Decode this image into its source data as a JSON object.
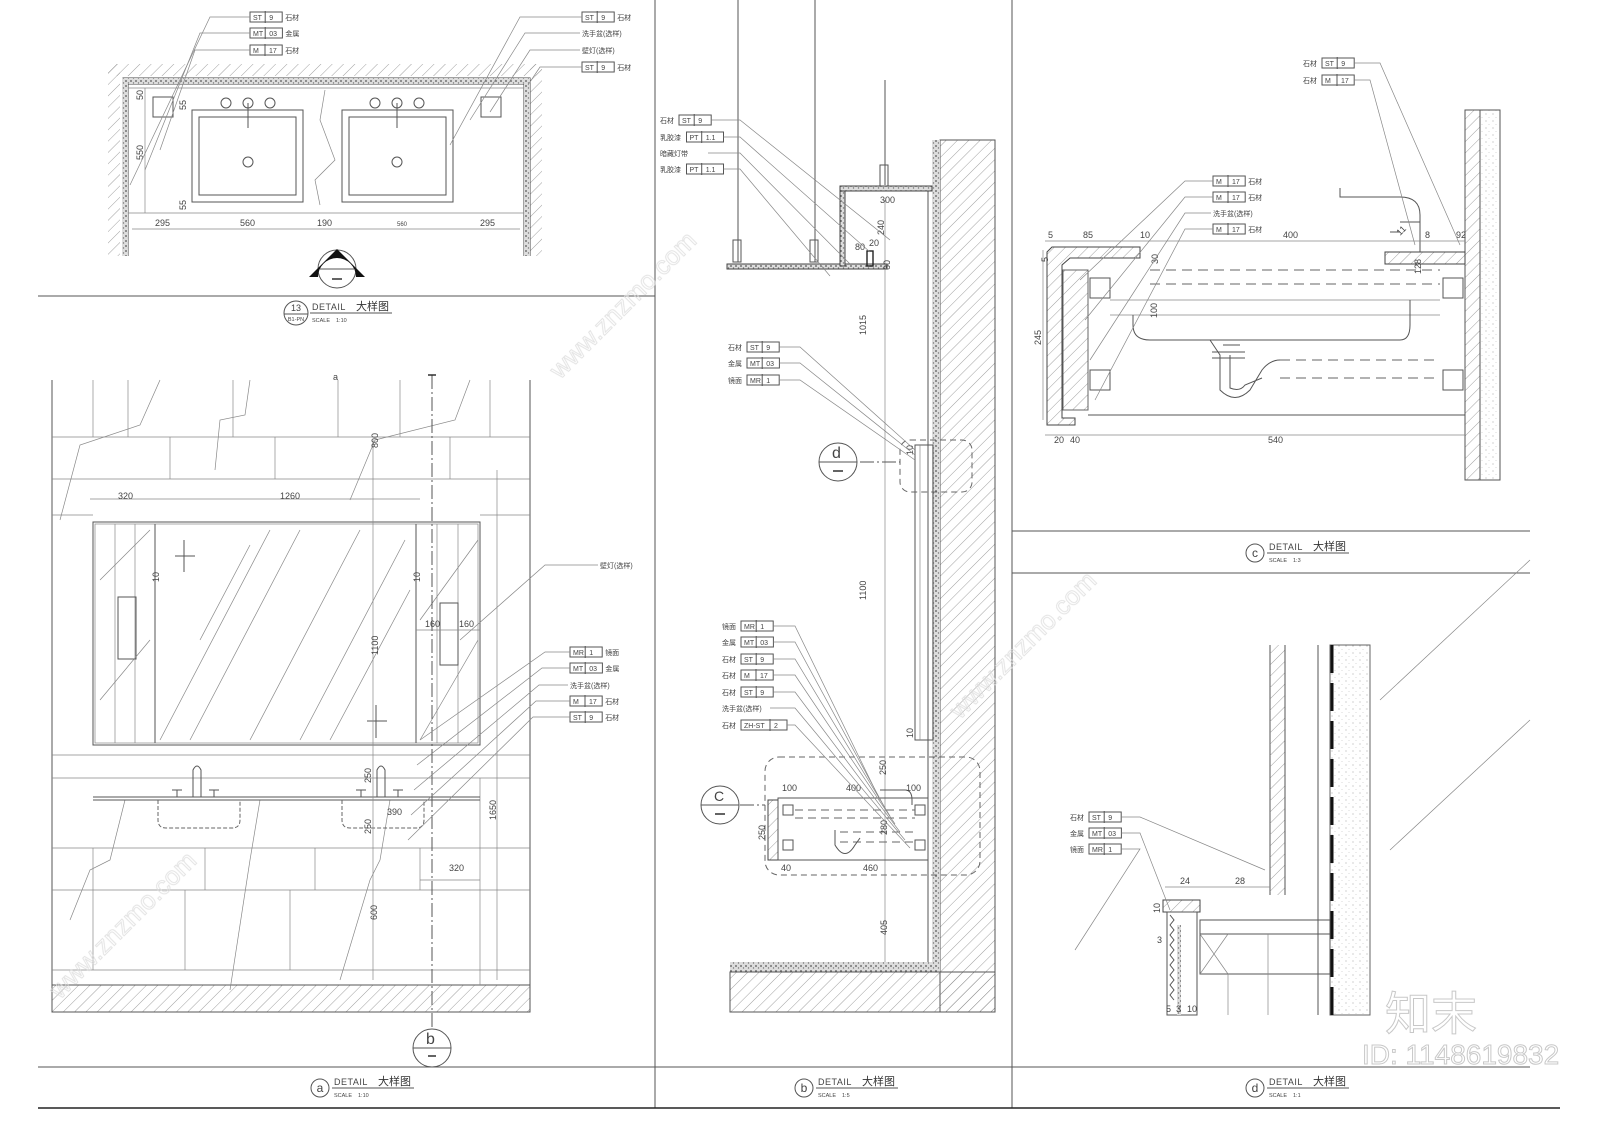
{
  "sheet": {
    "detail_word": "DETAIL",
    "detail_cn": "大样图",
    "scale_word": "SCALE"
  },
  "panels": {
    "plan13": {
      "id": "13",
      "sub": "B1-PN",
      "scale": "1:10",
      "dims": [
        "295",
        "560",
        "190",
        "560",
        "295",
        "550",
        "50",
        "55",
        "55"
      ],
      "tags_left": [
        {
          "code": "ST",
          "num": "9",
          "label": "石材"
        },
        {
          "code": "MT",
          "num": "03",
          "label": "金属"
        },
        {
          "code": "M",
          "num": "17",
          "label": "石材"
        }
      ],
      "tags_right": [
        {
          "code": "ST",
          "num": "9",
          "label": "石材"
        },
        {
          "note": "洗手盆(选样)"
        },
        {
          "note": "壁灯(选样)"
        },
        {
          "code": "ST",
          "num": "9",
          "label": "石材"
        }
      ]
    },
    "a": {
      "id": "a",
      "scale": "1:10",
      "marker_b": "b",
      "top_mark": "a",
      "dims": [
        "320",
        "1260",
        "1100",
        "10",
        "10",
        "160",
        "160",
        "250",
        "390",
        "250",
        "320",
        "1650",
        "600",
        "800"
      ],
      "tags": [
        {
          "note": "壁灯(选样)"
        },
        {
          "code": "MR",
          "num": "1",
          "label": "镜面"
        },
        {
          "code": "MT",
          "num": "03",
          "label": "金属"
        },
        {
          "note": "洗手盆(选样)"
        },
        {
          "code": "M",
          "num": "17",
          "label": "石材"
        },
        {
          "code": "ST",
          "num": "9",
          "label": "石材"
        }
      ]
    },
    "b": {
      "id": "b",
      "scale": "1:5",
      "marker_d": "d",
      "marker_c": "C",
      "dims": [
        "300",
        "240",
        "80",
        "20",
        "60",
        "1015",
        "1100",
        "250",
        "100",
        "400",
        "100",
        "250",
        "280",
        "40",
        "460",
        "405",
        "10",
        "10"
      ],
      "tags_top": [
        {
          "label": "石材",
          "code": "ST",
          "num": "9"
        },
        {
          "label": "乳胶漆",
          "code": "PT",
          "num": "1.1"
        },
        {
          "note": "暗藏灯带"
        },
        {
          "label": "乳胶漆",
          "code": "PT",
          "num": "1.1"
        }
      ],
      "tags_mid": [
        {
          "label": "石材",
          "code": "ST",
          "num": "9"
        },
        {
          "label": "金属",
          "code": "MT",
          "num": "03"
        },
        {
          "label": "镜面",
          "code": "MR",
          "num": "1"
        }
      ],
      "tags_low": [
        {
          "label": "镜面",
          "code": "MR",
          "num": "1"
        },
        {
          "label": "金属",
          "code": "MT",
          "num": "03"
        },
        {
          "label": "石材",
          "code": "ST",
          "num": "9"
        },
        {
          "label": "石材",
          "code": "M",
          "num": "17"
        },
        {
          "label": "石材",
          "code": "ST",
          "num": "9"
        },
        {
          "note": "洗手盆(选样)"
        },
        {
          "label": "石材",
          "code": "ZH-ST",
          "num": "2"
        }
      ]
    },
    "c": {
      "id": "c",
      "scale": "1:3",
      "dims": [
        "5",
        "85",
        "10",
        "400",
        "8",
        "92",
        "5",
        "30",
        "128",
        "100",
        "245",
        "20",
        "40",
        "540",
        "11"
      ],
      "tags_top": [
        {
          "label": "石材",
          "code": "ST",
          "num": "9"
        },
        {
          "label": "石材",
          "code": "M",
          "num": "17"
        }
      ],
      "tags_left": [
        {
          "code": "M",
          "num": "17",
          "label": "石材"
        },
        {
          "code": "M",
          "num": "17",
          "label": "石材"
        },
        {
          "note": "洗手盆(选样)"
        },
        {
          "code": "M",
          "num": "17",
          "label": "石材"
        }
      ]
    },
    "d": {
      "id": "d",
      "scale": "1:1",
      "dims": [
        "24",
        "28",
        "10",
        "3",
        "5",
        "3",
        "10"
      ],
      "tags": [
        {
          "label": "石材",
          "code": "ST",
          "num": "9"
        },
        {
          "label": "金属",
          "code": "MT",
          "num": "03"
        },
        {
          "label": "镜面",
          "code": "MR",
          "num": "1"
        }
      ]
    }
  },
  "watermark": {
    "brand": "知末",
    "id_text": "ID: 1148619832",
    "site": "www.znzmo.com"
  }
}
